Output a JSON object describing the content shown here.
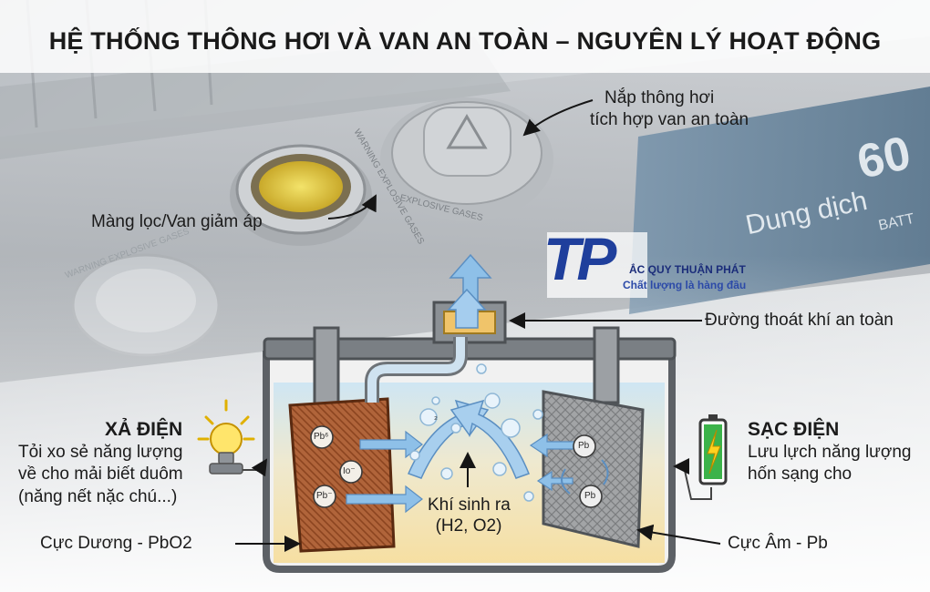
{
  "title": "HỆ THỐNG THÔNG HƠI VÀ VAN AN TOÀN – NGUYÊN LÝ HOẠT ĐỘNG",
  "callouts": {
    "vent_cap": [
      "Nắp thông hơi",
      "tích hợp van an toàn"
    ],
    "filter": "Màng lọc/Van giảm áp",
    "gas_path": "Đường thoát khí an toàn",
    "positive": "Cực Dương - PbO2",
    "negative": "Cực Âm - Pb",
    "gas": [
      "Khí sinh ra",
      "(H2, O2)"
    ]
  },
  "discharge": {
    "heading": "XẢ ĐIỆN",
    "lines": [
      "Tỏi xo sẻ năng lượng",
      "về cho mải biết duôm",
      "(năng nết nặc chú...)"
    ]
  },
  "charge": {
    "heading": "SẠC ĐIỆN",
    "lines": [
      "Lưu lựch năng lượng",
      "hốn sạng cho"
    ]
  },
  "brand": {
    "monogram": "TP",
    "name": "ẮC QUY THUẬN PHÁT",
    "tagline": "Chất lượng là hàng đầu"
  },
  "ions": {
    "positive_plate": [
      "Pb⁶",
      "Io⁻",
      "Pb⁻"
    ],
    "negative_plate": [
      "Pb",
      "Pb"
    ],
    "bubble_mark": "₂"
  },
  "photo_text": {
    "warning_1": "WARNING EXPLOSIVE GASES",
    "warning_2": "EXPLOSIVE GASES",
    "warning_3": "WARNING EXPLOSIVE GASES",
    "label_1": "60",
    "label_2": "Dung dịch",
    "label_3": "BATT"
  },
  "colors": {
    "accent_blue": "#1f3f9c",
    "arrow_blue": "#7fb2e0",
    "plate_positive": "#a0522d",
    "plate_negative": "#8d8d8d",
    "electrolyte": "#f4e4b0",
    "bolt": "#f5c518",
    "battery_icon": "#2e9e3a"
  },
  "icons": {
    "discharge": "light-bulb-icon",
    "charge": "battery-charging-icon"
  }
}
